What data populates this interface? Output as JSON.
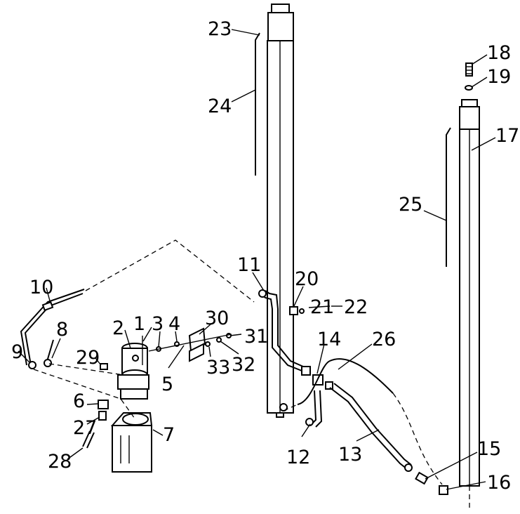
{
  "diagram": {
    "callouts": [
      "1",
      "2",
      "3",
      "4",
      "5",
      "6",
      "7",
      "8",
      "9",
      "10",
      "11",
      "12",
      "13",
      "14",
      "15",
      "16",
      "17",
      "18",
      "19",
      "20",
      "21",
      "22",
      "23",
      "24",
      "25",
      "26",
      "27",
      "28",
      "29",
      "30",
      "31",
      "32",
      "33"
    ],
    "colors": {
      "ink": "#000000",
      "paper": "#ffffff"
    }
  }
}
